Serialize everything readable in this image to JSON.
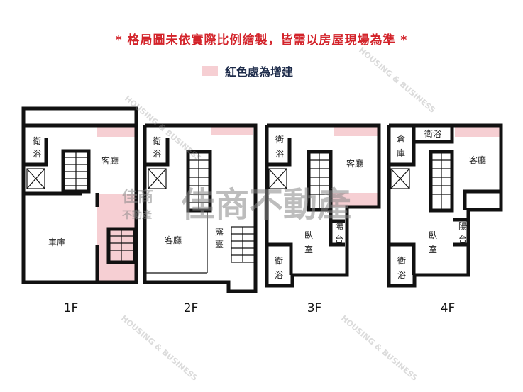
{
  "notice": "* 格局圖未依實際比例繪製，皆需以房屋現場為準 *",
  "legend": {
    "label": "紅色處為增建",
    "color": "#f6cfd3"
  },
  "watermark": {
    "brand": "佳商不動產",
    "logo_top": "佳商",
    "logo_bottom": "不動產",
    "english": "HOUSING & BUSINESS"
  },
  "floors": [
    {
      "name": "1F",
      "rooms": {
        "bath": [
          "衛",
          "浴"
        ],
        "living": "客廳",
        "garage": "車庫"
      }
    },
    {
      "name": "2F",
      "rooms": {
        "bath": [
          "衛",
          "浴"
        ],
        "living": "客廳",
        "terrace": [
          "露",
          "臺"
        ]
      }
    },
    {
      "name": "3F",
      "rooms": {
        "bath_top": [
          "衛",
          "浴"
        ],
        "living": "客廳",
        "bedroom": [
          "臥",
          "室"
        ],
        "balcony": [
          "陽",
          "台"
        ],
        "bath_bottom": [
          "衛",
          "浴"
        ]
      }
    },
    {
      "name": "4F",
      "rooms": {
        "storage": [
          "倉",
          "庫"
        ],
        "bath_top": "衛浴",
        "living": "客廳",
        "bedroom": [
          "臥",
          "室"
        ],
        "balcony": [
          "陽",
          "台"
        ],
        "bath_bottom": [
          "衛",
          "浴"
        ]
      }
    }
  ]
}
